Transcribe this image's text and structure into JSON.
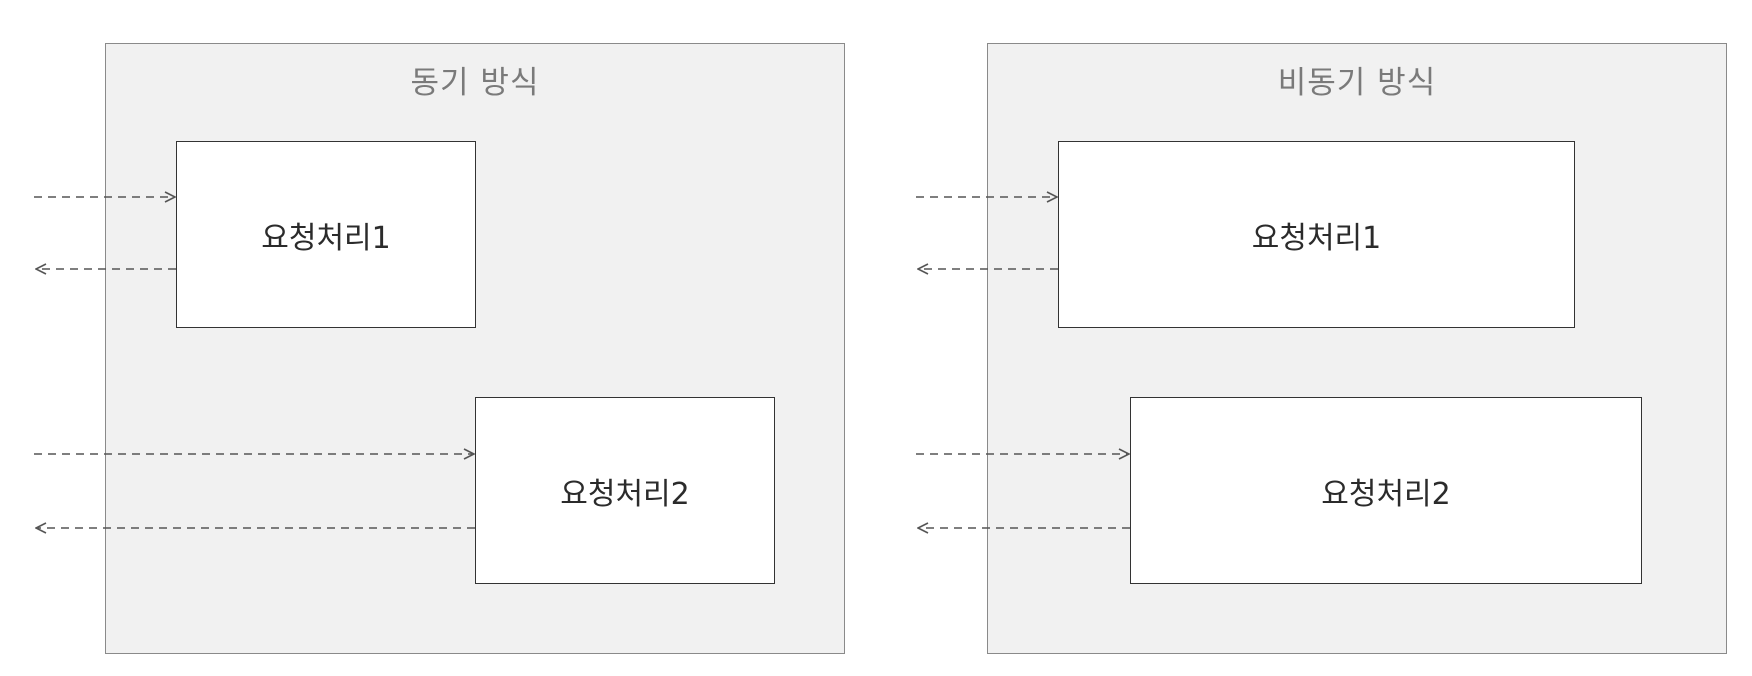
{
  "panels": {
    "sync": {
      "title": "동기 방식",
      "request1": "요청처리1",
      "request2": "요청처리2"
    },
    "async": {
      "title": "비동기 방식",
      "request1": "요청처리1",
      "request2": "요청처리2"
    }
  },
  "colors": {
    "panel_fill": "#f1f1f1",
    "panel_border": "#8a8a8a",
    "box_fill": "#ffffff",
    "box_border": "#333333",
    "arrow": "#555555",
    "title_text": "#7a7a7a"
  }
}
